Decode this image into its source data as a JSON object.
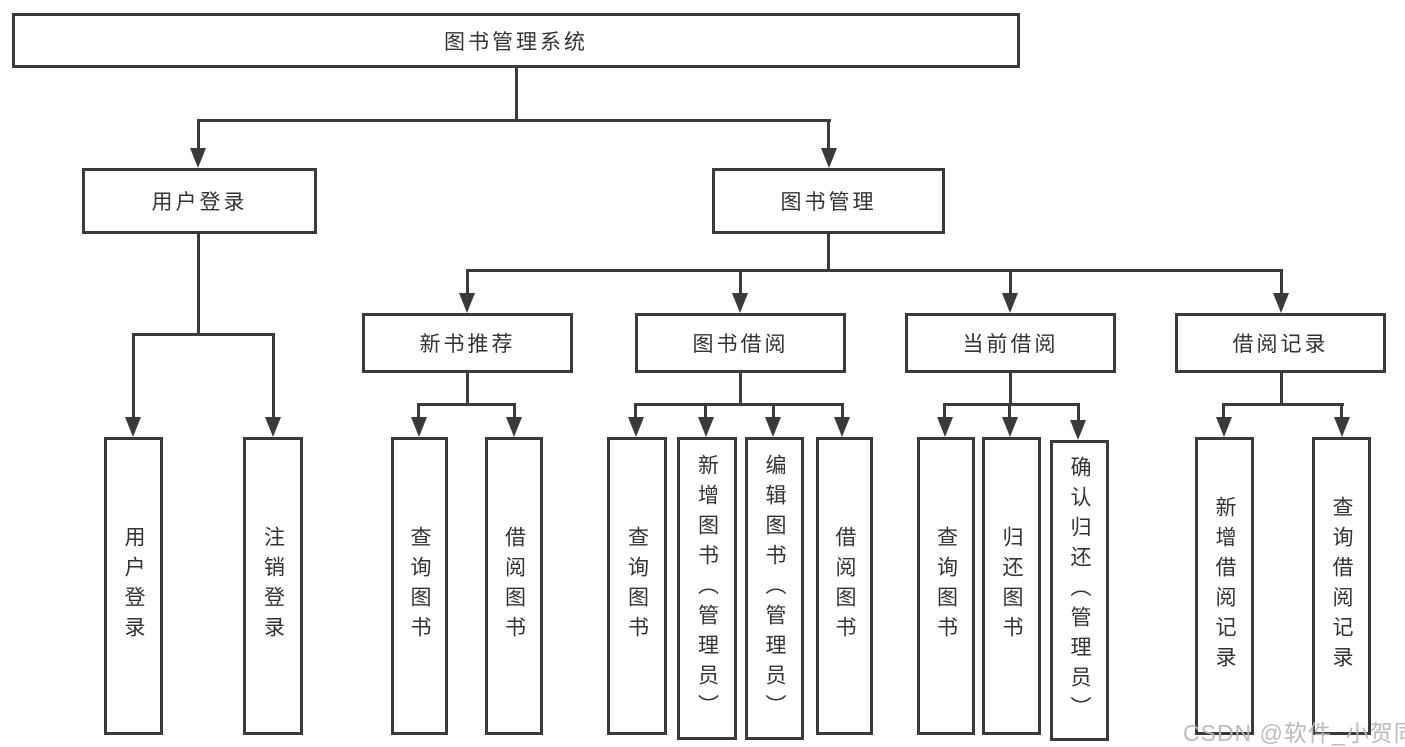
{
  "tree": {
    "root": {
      "label": "图书管理系统"
    },
    "branches": [
      {
        "label": "用户登录",
        "children": [
          {
            "label": "用户登录"
          },
          {
            "label": "注销登录"
          }
        ]
      },
      {
        "label": "图书管理",
        "children": [
          {
            "label": "新书推荐",
            "children": [
              {
                "label": "查询图书"
              },
              {
                "label": "借阅图书"
              }
            ]
          },
          {
            "label": "图书借阅",
            "children": [
              {
                "label": "查询图书"
              },
              {
                "label": "新增图书（管理员）"
              },
              {
                "label": "编辑图书（管理员）"
              },
              {
                "label": "借阅图书"
              }
            ]
          },
          {
            "label": "当前借阅",
            "children": [
              {
                "label": "查询图书"
              },
              {
                "label": "归还图书"
              },
              {
                "label": "确认归还（管理员）"
              }
            ]
          },
          {
            "label": "借阅记录",
            "children": [
              {
                "label": "新增借阅记录"
              },
              {
                "label": "查询借阅记录"
              }
            ]
          }
        ]
      }
    ]
  },
  "watermark": {
    "text": "CSDN @软件_小贺同学"
  },
  "colors": {
    "line": "#3a3a3a",
    "text": "#333333",
    "background": "#ffffff",
    "watermark": "#b7b7b7"
  }
}
